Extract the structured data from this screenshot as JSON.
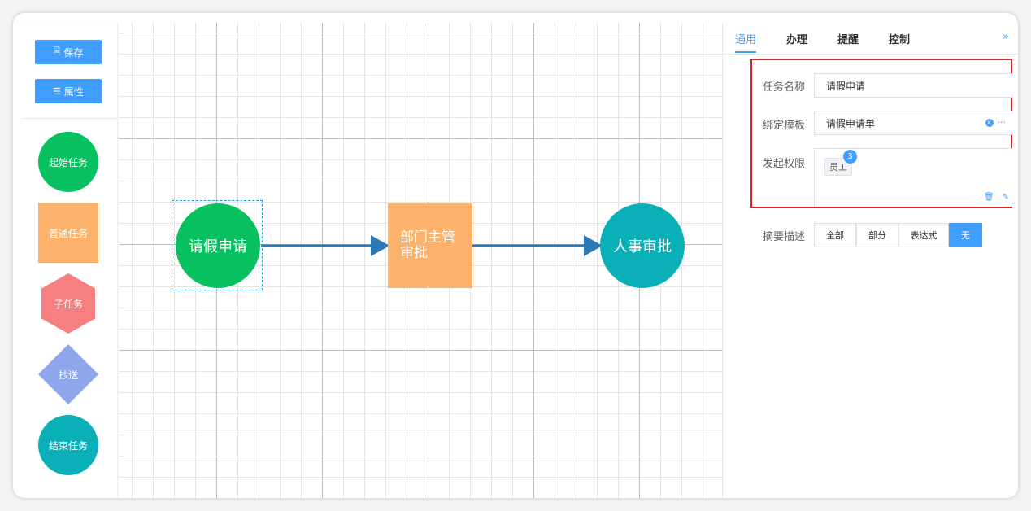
{
  "toolbar": {
    "save_label": "保存",
    "properties_label": "属性"
  },
  "palette": {
    "items": [
      {
        "label": "起始任务",
        "color": "#07c160"
      },
      {
        "label": "普通任务",
        "color": "#fcb26a"
      },
      {
        "label": "子任务",
        "color": "#f77f7f"
      },
      {
        "label": "抄送",
        "color": "#8fa6ec"
      },
      {
        "label": "结束任务",
        "color": "#0ab0b8"
      }
    ]
  },
  "canvas": {
    "nodes": [
      {
        "label": "请假申请",
        "shape": "circle",
        "color": "#07c160",
        "selected": true
      },
      {
        "label": "部门主管审批",
        "shape": "rect",
        "color": "#fcb26a"
      },
      {
        "label": "人事审批",
        "shape": "circle",
        "color": "#0ab0b8"
      }
    ],
    "edge_color": "#2b78b5",
    "selection_color": "#1ea0e0"
  },
  "panel": {
    "tabs": [
      {
        "label": "通用",
        "active": true
      },
      {
        "label": "办理"
      },
      {
        "label": "提醒"
      },
      {
        "label": "控制"
      }
    ],
    "expand_icon": "double-chevron-right-icon",
    "form": {
      "task_name_label": "任务名称",
      "task_name_value": "请假申请",
      "template_label": "绑定模板",
      "template_value": "请假申请单",
      "permission_label": "发起权限",
      "permission_tag": "员工",
      "permission_badge": "3",
      "summary_label": "摘要描述",
      "summary_options": [
        "全部",
        "部分",
        "表达式",
        "无"
      ],
      "summary_selected": "无"
    },
    "highlight_color": "#d9232a",
    "accent_color": "#409eff"
  }
}
